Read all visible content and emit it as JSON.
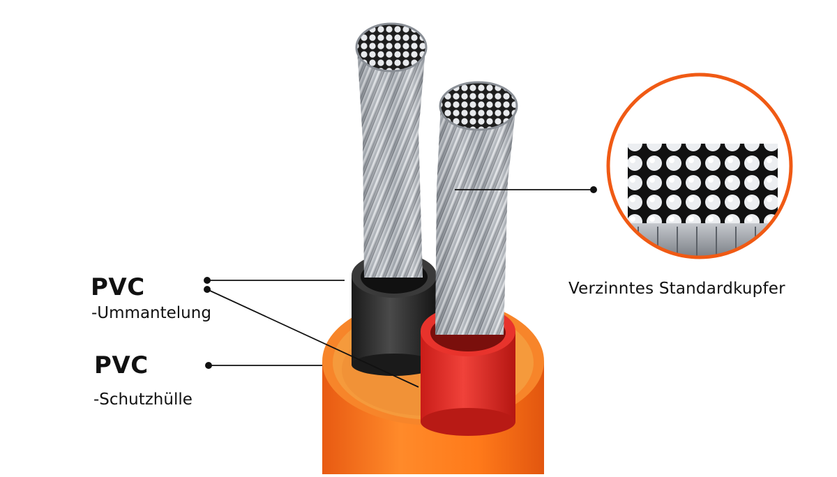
{
  "labels": {
    "insulation": {
      "title": "PVC",
      "subtitle": "-Ummantelung"
    },
    "sheath": {
      "title": "PVC",
      "subtitle": "-Schutzhülle"
    },
    "conductor": "Verzinntes Standardkupfer"
  },
  "colors": {
    "sheath_orange": "#ff7a1a",
    "sheath_dark": "#e8601a",
    "filler": "#f59a3c",
    "insulation_black": "#2a2a2a",
    "insulation_red": "#e32a24",
    "copper_silver": "#b8bcc2",
    "zoom_ring": "#f05a14",
    "leader_line": "#111111"
  },
  "icons": {
    "cable": "cable-illustration",
    "zoom": "zoom-circle"
  }
}
